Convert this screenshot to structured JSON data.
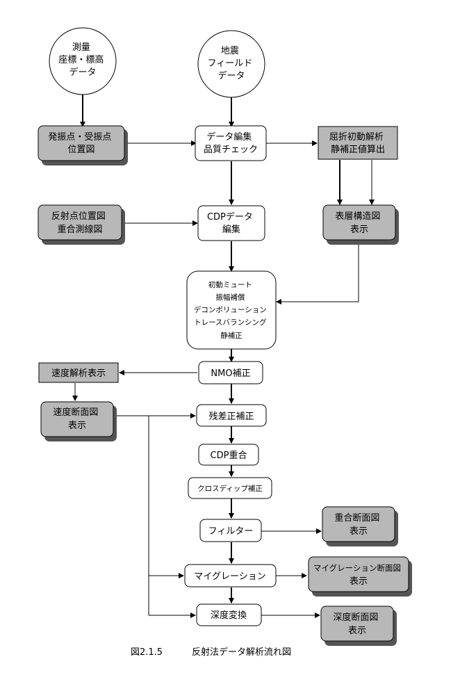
{
  "nodes": {
    "survey": [
      "測量",
      "座標・標高",
      "データ"
    ],
    "field": [
      "地震",
      "フィールド",
      "データ"
    ],
    "shot_receiver": [
      "発振点・受振点",
      "位置図"
    ],
    "edit_qc": [
      "データ編集",
      "品質チェック"
    ],
    "refraction": [
      "屈折初動解析",
      "静補正値算出"
    ],
    "reflection_pt": [
      "反射点位置図",
      "重合測線図"
    ],
    "cdp_edit": [
      "CDPデータ",
      "編集"
    ],
    "surface_layer": [
      "表層構造図",
      "表示"
    ],
    "processing": [
      "初動ミュート",
      "振幅補償",
      "デコンボリューション",
      "トレースバランシング",
      "静補正"
    ],
    "velocity_analysis": [
      "速度解析表示"
    ],
    "nmo": [
      "NMO補正"
    ],
    "velocity_section": [
      "速度断面図",
      "表示"
    ],
    "residual": [
      "残差正補正"
    ],
    "cdp_stack": [
      "CDP重合"
    ],
    "cross_dip": [
      "クロスディップ補正"
    ],
    "filter": [
      "フィルター"
    ],
    "stack_section": [
      "重合断面図",
      "表示"
    ],
    "migration": [
      "マイグレーション"
    ],
    "migration_section": [
      "マイグレーション断面図",
      "表示"
    ],
    "depth_conv": [
      "深度変換"
    ],
    "depth_section": [
      "深度断面図",
      "表示"
    ]
  },
  "caption": {
    "number": "図2.1.5",
    "title": "反射法データ解析流れ図"
  },
  "colors": {
    "gray_box": "#b8b8b8",
    "shadow": "#555555",
    "line": "#000000"
  }
}
